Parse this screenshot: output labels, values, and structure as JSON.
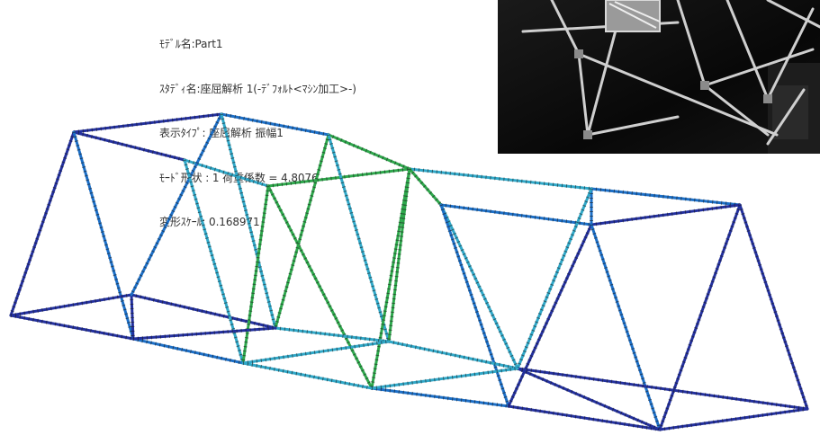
{
  "info": {
    "model": "ﾓﾃﾞﾙ名:Part1",
    "study": "ｽﾀﾃﾞｨ名:座屈解析 1(-ﾃﾞﾌｫﾙﾄ<ﾏｼﾝ加工>-)",
    "display_type": "表示ﾀｲﾌﾟ: 座屈解析 振幅1",
    "mode_shape": "ﾓｰﾄﾞ形状 : 1 荷重係数 = 4.8076",
    "deform_scale": "変形ｽｹｰﾙ: 0.168971"
  },
  "colors": {
    "member_dark": "#23309e",
    "member_mid": "#1c6fc7",
    "member_light": "#30a8c8",
    "member_high": "#2ea84c",
    "tick_color": "#1a1a1a",
    "photo_bg": "#060606",
    "photo_rod": "#cfcfcf"
  }
}
